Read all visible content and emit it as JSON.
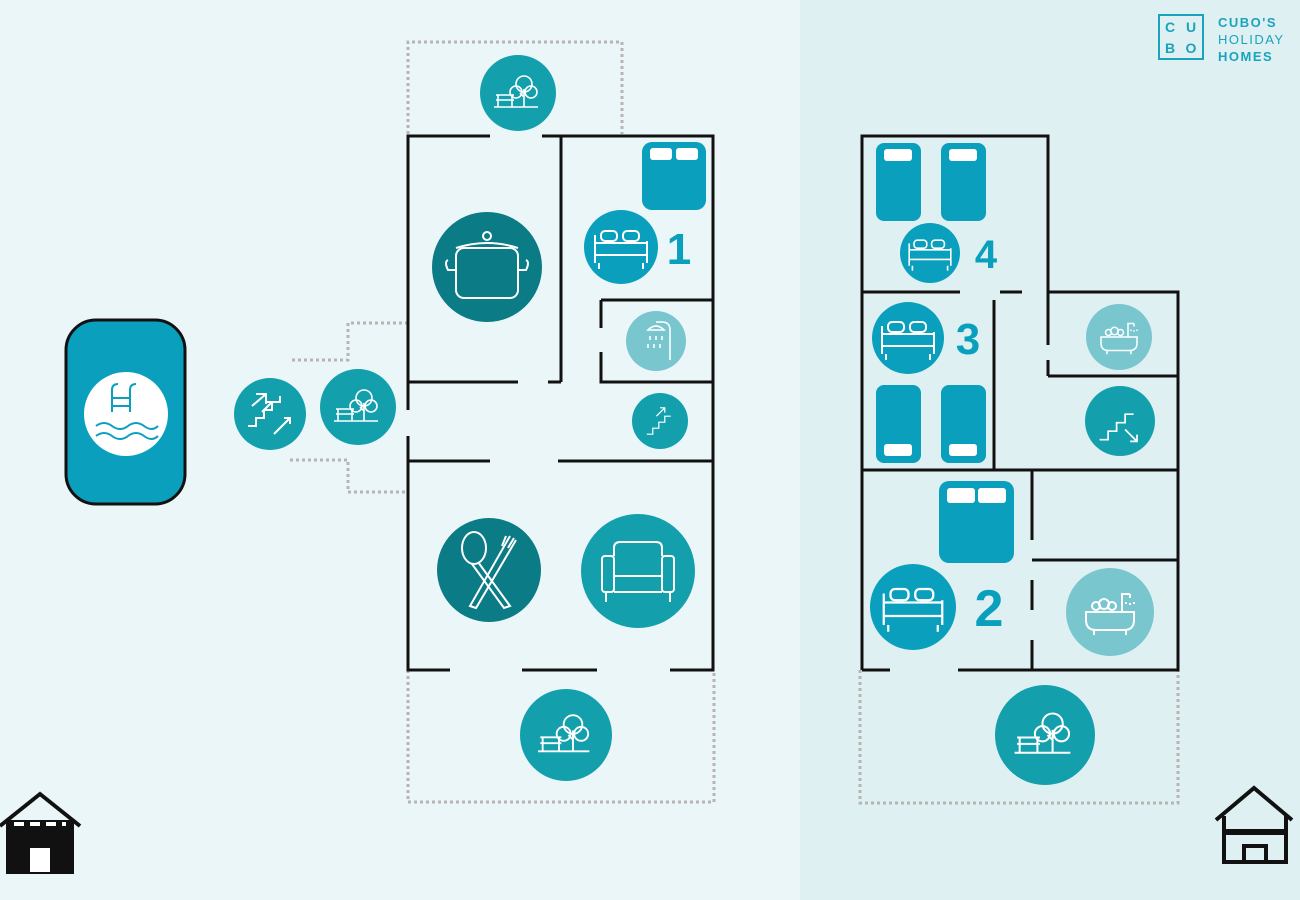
{
  "brand": {
    "box_letters": [
      "C",
      "U",
      "B",
      "O"
    ],
    "line1": "CUBO'S",
    "line2": "HOLIDAY",
    "line3": "HOMES"
  },
  "rooms": {
    "bedroom_1": "1",
    "bedroom_2": "2",
    "bedroom_3": "3",
    "bedroom_4": "4"
  },
  "icons": [
    "pool-icon",
    "stairs-updown-icon",
    "garden-icon",
    "pot-icon",
    "bed-icon",
    "double-bed-icon",
    "single-bed-icon",
    "shower-icon",
    "stairs-up-icon",
    "stairs-down-icon",
    "cutlery-icon",
    "sofa-icon",
    "bathtub-icon",
    "house-ground-floor-icon",
    "house-upper-floor-icon"
  ],
  "colors": {
    "background_left": "#eaf6f8",
    "background_right": "#dff0f3",
    "teal": "#13a0ac",
    "dark_teal": "#0b7b86",
    "blue": "#0aa0bd",
    "light_teal": "#79c6cf",
    "wall": "#111111",
    "dotted": "#b8b4b4"
  }
}
